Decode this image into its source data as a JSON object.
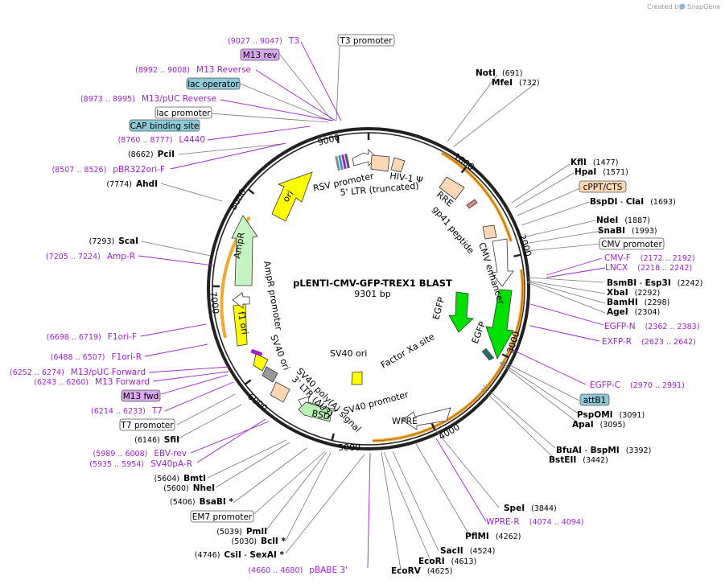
{
  "watermark": "Created by",
  "watermark_brand": "SnapGene",
  "plasmid": {
    "name": "pLENTI-CMV-GFP-TREX1 BLAST",
    "size": "9301 bp"
  },
  "ticks": [
    "1000",
    "2000",
    "3000",
    "4000",
    "5000",
    "6000",
    "7000",
    "8000",
    "9000"
  ],
  "colors": {
    "primer": "#a21fd0",
    "orf": "#f0a830",
    "arrow_green": "#00e000",
    "arrow_yellow": "#ffff00",
    "promoter": "#ffffff",
    "feature_peach": "#fcd7b6"
  },
  "sites": [
    {
      "name": "NotI",
      "pos": "(691)"
    },
    {
      "name": "MfeI",
      "pos": "(732)"
    },
    {
      "name": "KflI",
      "pos": "(1477)"
    },
    {
      "name": "HpaI",
      "pos": "(1571)"
    },
    {
      "name": "BspDI",
      "sep": " - ",
      "name2": "ClaI",
      "pos": "(1693)"
    },
    {
      "name": "NdeI",
      "pos": "(1887)"
    },
    {
      "name": "SnaBI",
      "pos": "(1993)"
    },
    {
      "name": "BsmBI",
      "sep": " - ",
      "name2": "Esp3I",
      "pos": "(2242)"
    },
    {
      "name": "XbaI",
      "pos": "(2292)"
    },
    {
      "name": "BamHI",
      "pos": "(2298)"
    },
    {
      "name": "AgeI",
      "pos": "(2304)"
    },
    {
      "name": "PspOMI",
      "pos": "(3091)"
    },
    {
      "name": "ApaI",
      "pos": "(3095)"
    },
    {
      "name": "BfuAI",
      "sep": " - ",
      "name2": "BspMI",
      "pos": "(3392)"
    },
    {
      "name": "BstEII",
      "pos": "(3442)"
    },
    {
      "name": "SpeI",
      "pos": "(3844)"
    },
    {
      "name": "PflMI",
      "pos": "(4262)"
    },
    {
      "name": "SacII",
      "pos": "(4524)"
    },
    {
      "name": "EcoRI",
      "pos": "(4613)"
    },
    {
      "name": "EcoRV",
      "pos": "(4625)"
    },
    {
      "name": "CsiI",
      "sep": " - ",
      "name2": "SexAI *",
      "pos": "(4746)"
    },
    {
      "name": "BclI *",
      "pos": "(5030)"
    },
    {
      "name": "PmlI",
      "pos": "(5039)"
    },
    {
      "name": "BsaBI *",
      "pos": "(5406)"
    },
    {
      "name": "NheI",
      "pos": "(5600)"
    },
    {
      "name": "BmtI",
      "pos": "(5604)"
    },
    {
      "name": "SfiI",
      "pos": "(6146)"
    },
    {
      "name": "ScaI",
      "pos": "(7293)"
    },
    {
      "name": "AhdI",
      "pos": "(7774)"
    },
    {
      "name": "PciI",
      "pos": "(8662)"
    }
  ],
  "primers": [
    {
      "name": "T3",
      "pos": "(9027 .. 9047)"
    },
    {
      "name": "M13 Reverse",
      "pos": "(8992 .. 9008)"
    },
    {
      "name": "M13/pUC Reverse",
      "pos": "(8973 .. 8995)"
    },
    {
      "name": "L4440",
      "pos": "(8760 .. 8777)"
    },
    {
      "name": "pBR322ori-F",
      "pos": "(8507 .. 8526)"
    },
    {
      "name": "Amp-R",
      "pos": "(7205 .. 7224)"
    },
    {
      "name": "F1ori-F",
      "pos": "(6698 .. 6719)"
    },
    {
      "name": "F1ori-R",
      "pos": "(6488 .. 6507)"
    },
    {
      "name": "M13/pUC Forward",
      "pos": "(6252 .. 6274)"
    },
    {
      "name": "M13 Forward",
      "pos": "(6243 .. 6260)"
    },
    {
      "name": "T7",
      "pos": "(6214 .. 6233)"
    },
    {
      "name": "EBV-rev",
      "pos": "(5989 .. 6008)"
    },
    {
      "name": "SV40pA-R",
      "pos": "(5935 .. 5954)"
    },
    {
      "name": "pBABE 3'",
      "pos": "(4660 .. 4680)"
    },
    {
      "name": "WPRE-R",
      "pos": "(4074 .. 4094)"
    },
    {
      "name": "EGFP-C",
      "pos": "(2970 .. 2991)"
    },
    {
      "name": "EXFP-R",
      "pos": "(2623 .. 2642)"
    },
    {
      "name": "EGFP-N",
      "pos": "(2362 .. 2383)"
    },
    {
      "name": "LNCX",
      "pos": "(2218 .. 2242)"
    },
    {
      "name": "CMV-F",
      "pos": "(2172 .. 2192)"
    }
  ],
  "boxes": [
    {
      "text": "T3 promoter"
    },
    {
      "text": "M13 rev"
    },
    {
      "text": "lac operator"
    },
    {
      "text": "lac promoter"
    },
    {
      "text": "CAP binding site"
    },
    {
      "text": "cPPT/CTS"
    },
    {
      "text": "CMV promoter"
    },
    {
      "text": "attB1"
    },
    {
      "text": "M13 fwd"
    },
    {
      "text": "T7 promoter"
    },
    {
      "text": "EM7 promoter"
    }
  ],
  "features": [
    "RSV promoter",
    "5' LTR (truncated)",
    "HIV-1 Ψ",
    "RRE",
    "gp41 peptide",
    "CMV enhancer",
    "EGFP",
    "EGFP",
    "Factor Xa site",
    "SV40 ori",
    "SV40 promoter",
    "WPRE",
    "BSD",
    "SV40 poly(A) signal",
    "3' LTR (ΔU3)",
    "SV40 ori",
    "f1 ori",
    "AmpR promoter",
    "AmpR",
    "ori"
  ]
}
